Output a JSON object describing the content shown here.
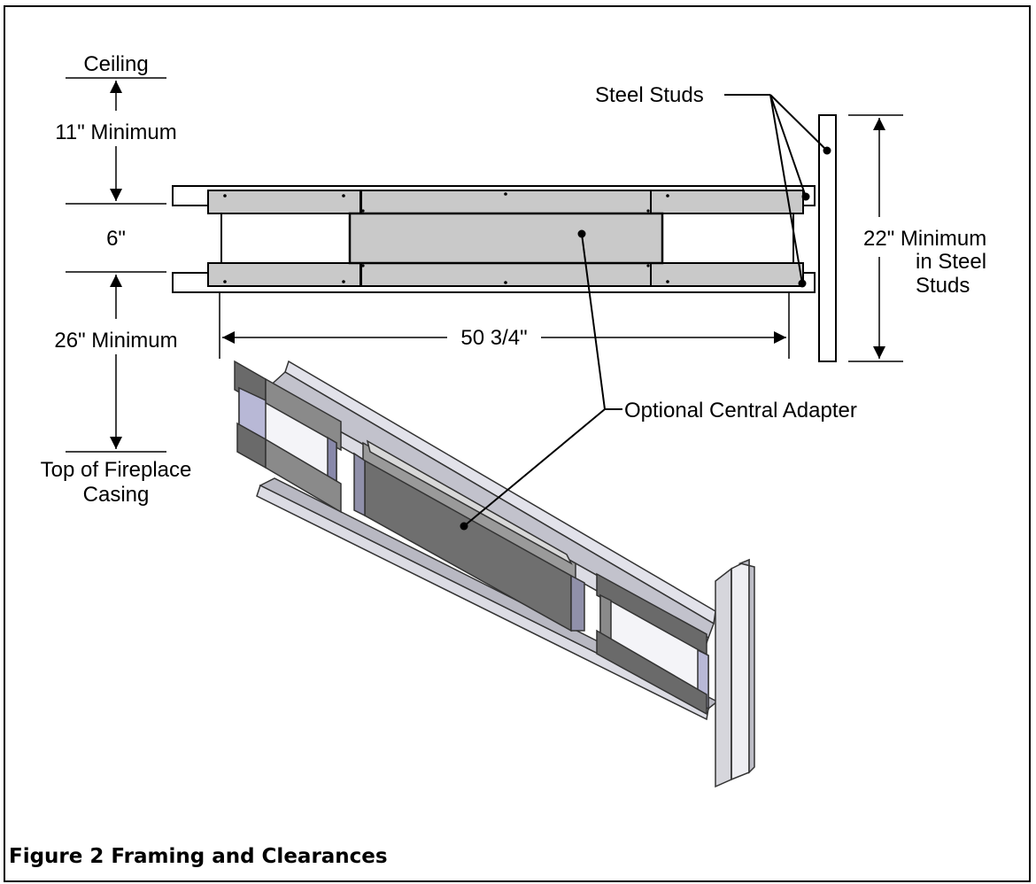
{
  "labels": {
    "ceiling": "Ceiling",
    "eleven_min": "11\" Minimum",
    "six": "6\"",
    "twentysix_min": "26\"  Minimum",
    "top_fireplace_1": "Top of Fireplace",
    "top_fireplace_2": "Casing",
    "steel_studs": "Steel Studs",
    "twentytwo_1": "22\" Minimum",
    "twentytwo_2": "in Steel",
    "twentytwo_3": "Studs",
    "fifty": "50 3/4\"",
    "optional_adapter": "Optional Central Adapter"
  },
  "caption": "Figure 2 Framing and Clearances"
}
